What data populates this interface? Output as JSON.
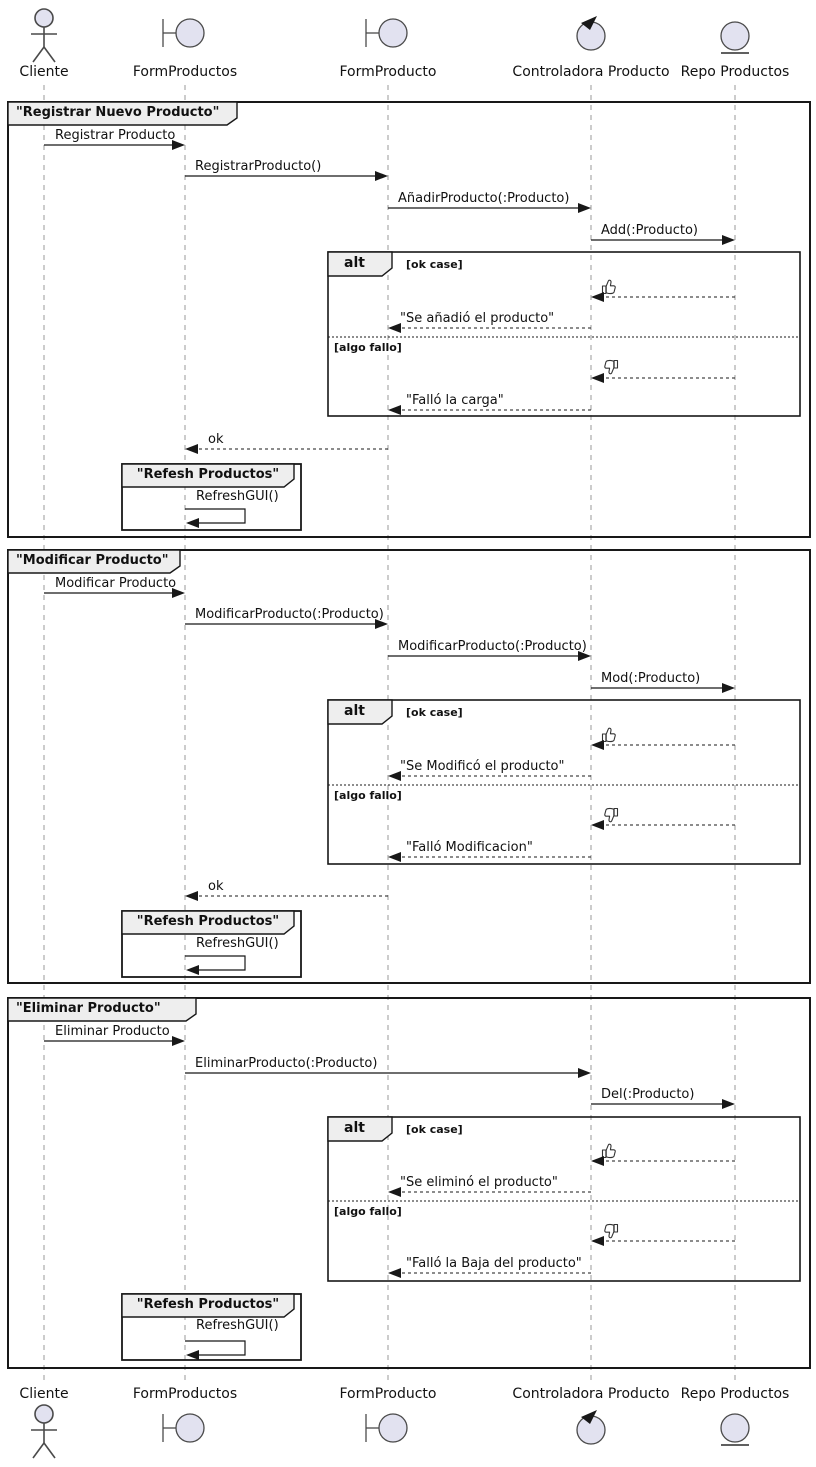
{
  "colors": {
    "participant_fill": "#E2E2F0",
    "frame_tab_fill": "#EEEEEE",
    "frame_border": "#181818",
    "lifeline": "#999999",
    "background": "#FFFFFF"
  },
  "participants": [
    {
      "name": "Cliente",
      "type": "actor",
      "icon": "actor-icon"
    },
    {
      "name": "FormProductos",
      "type": "boundary",
      "icon": "boundary-icon"
    },
    {
      "name": "FormProducto",
      "type": "boundary",
      "icon": "boundary-icon"
    },
    {
      "name": "Controladora Producto",
      "type": "control",
      "icon": "control-icon"
    },
    {
      "name": "Repo Productos",
      "type": "entity",
      "icon": "entity-icon"
    }
  ],
  "groups": [
    {
      "title": "\"Registrar Nuevo Producto\"",
      "messages": [
        {
          "label": "Registrar Producto",
          "from": "Cliente",
          "to": "FormProductos",
          "style": "solid"
        },
        {
          "label": "RegistrarProducto()",
          "from": "FormProductos",
          "to": "FormProducto",
          "style": "solid"
        },
        {
          "label": "AñadirProducto(:Producto)",
          "from": "FormProducto",
          "to": "Controladora Producto",
          "style": "solid"
        },
        {
          "label": "Add(:Producto)",
          "from": "Controladora Producto",
          "to": "Repo Productos",
          "style": "solid"
        }
      ],
      "alt": {
        "operator": "alt",
        "ok_guard": "[ok case]",
        "ok_icon": "thumbs-up-icon",
        "ok_reply": "\"Se añadió el producto\"",
        "fail_guard": "[algo fallo]",
        "fail_icon": "thumbs-down-icon",
        "fail_reply": "\"Falló la carga\""
      },
      "return_label": "ok",
      "ref": {
        "title": "\"Refesh Productos\"",
        "message": "RefreshGUI()"
      }
    },
    {
      "title": "\"Modificar Producto\"",
      "messages": [
        {
          "label": "Modificar Producto",
          "from": "Cliente",
          "to": "FormProductos",
          "style": "solid"
        },
        {
          "label": "ModificarProducto(:Producto)",
          "from": "FormProductos",
          "to": "FormProducto",
          "style": "solid"
        },
        {
          "label": "ModificarProducto(:Producto)",
          "from": "FormProducto",
          "to": "Controladora Producto",
          "style": "solid"
        },
        {
          "label": "Mod(:Producto)",
          "from": "Controladora Producto",
          "to": "Repo Productos",
          "style": "solid"
        }
      ],
      "alt": {
        "operator": "alt",
        "ok_guard": "[ok case]",
        "ok_icon": "thumbs-up-icon",
        "ok_reply": "\"Se Modificó el producto\"",
        "fail_guard": "[algo fallo]",
        "fail_icon": "thumbs-down-icon",
        "fail_reply": "\"Falló Modificacion\""
      },
      "return_label": "ok",
      "ref": {
        "title": "\"Refesh Productos\"",
        "message": "RefreshGUI()"
      }
    },
    {
      "title": "\"Eliminar Producto\"",
      "messages": [
        {
          "label": "Eliminar Producto",
          "from": "Cliente",
          "to": "FormProductos",
          "style": "solid"
        },
        {
          "label": "EliminarProducto(:Producto)",
          "from": "FormProductos",
          "to": "Controladora Producto",
          "style": "solid"
        },
        {
          "label": "Del(:Producto)",
          "from": "Controladora Producto",
          "to": "Repo Productos",
          "style": "solid"
        }
      ],
      "alt": {
        "operator": "alt",
        "ok_guard": "[ok case]",
        "ok_icon": "thumbs-up-icon",
        "ok_reply": "\"Se eliminó el producto\"",
        "fail_guard": "[algo fallo]",
        "fail_icon": "thumbs-down-icon",
        "fail_reply": "\"Falló la Baja del producto\""
      },
      "ref": {
        "title": "\"Refesh Productos\"",
        "message": "RefreshGUI()"
      }
    }
  ]
}
